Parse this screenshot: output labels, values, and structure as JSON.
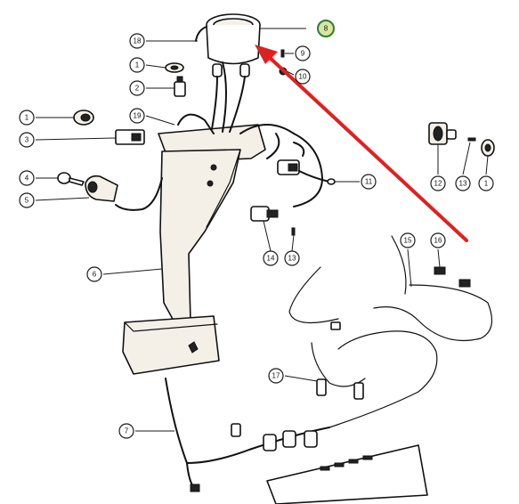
{
  "diagram": {
    "highlight_color": "#e02020",
    "highlight_ring_color": "#2e7d32",
    "callouts": [
      {
        "id": "c18",
        "label": "18"
      },
      {
        "id": "c8",
        "label": "8",
        "highlighted": true
      },
      {
        "id": "c9",
        "label": "9"
      },
      {
        "id": "c10",
        "label": "10"
      },
      {
        "id": "c1a",
        "label": "1"
      },
      {
        "id": "c2",
        "label": "2"
      },
      {
        "id": "c1b",
        "label": "1"
      },
      {
        "id": "c19",
        "label": "19"
      },
      {
        "id": "c3",
        "label": "3"
      },
      {
        "id": "c12",
        "label": "12"
      },
      {
        "id": "c13a",
        "label": "13"
      },
      {
        "id": "c1c",
        "label": "1"
      },
      {
        "id": "c4",
        "label": "4"
      },
      {
        "id": "c11",
        "label": "11"
      },
      {
        "id": "c5",
        "label": "5"
      },
      {
        "id": "c14",
        "label": "14"
      },
      {
        "id": "c13b",
        "label": "13"
      },
      {
        "id": "c15",
        "label": "15"
      },
      {
        "id": "c16",
        "label": "16"
      },
      {
        "id": "c6",
        "label": "6"
      },
      {
        "id": "c17",
        "label": "17"
      },
      {
        "id": "c7",
        "label": "7"
      }
    ]
  }
}
